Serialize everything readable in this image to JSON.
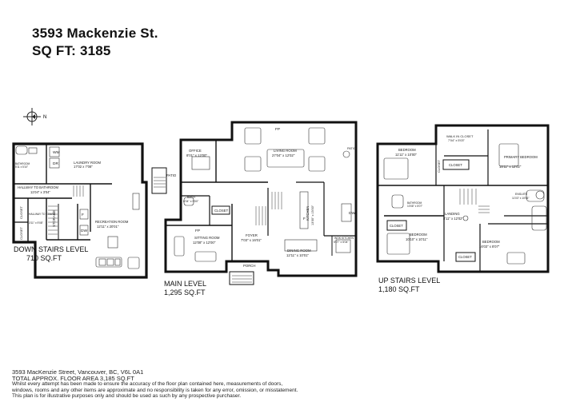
{
  "header": {
    "address": "3593 Mackenzie St.",
    "sqft": "SQ FT: 3185"
  },
  "compass": {
    "label": "N"
  },
  "levels": {
    "down": {
      "name": "DOWN STAIRS LEVEL",
      "area": "710 SQ.FT",
      "rooms": {
        "laundry": {
          "name": "LAUNDRY ROOM",
          "dim": "17'02 x 7'08\""
        },
        "bathroom": {
          "name": "BATHROOM",
          "dim": "5'11 x 5'10\""
        },
        "hallway": {
          "name": "HALLWAY TO BATHROOM",
          "dim": "11'04\" x 3'04\""
        },
        "hallway_stairs": {
          "name": "HALLWAY TO STAIRS",
          "dim": "3'11\" x 9'08\""
        },
        "storage": {
          "name": "STORAGE"
        },
        "recreation": {
          "name": "RECREATION ROOM",
          "dim": "12'11\" x 20'01\""
        },
        "closet1": {
          "name": "CLOSET"
        },
        "closet2": {
          "name": "CLOSET"
        },
        "wm": "WM",
        "dr": "DR",
        "f": "F",
        "dw": "DW"
      }
    },
    "main": {
      "name": "MAIN LEVEL",
      "area": "1,295 SQ.FT",
      "rooms": {
        "office": {
          "name": "OFFICE",
          "dim": "8'01\" x 12'00\""
        },
        "living": {
          "name": "LIVING ROOM",
          "dim": "27'04\" x 12'02\""
        },
        "patio_left": {
          "name": "PATIO"
        },
        "patio_right": {
          "name": "PATIO"
        },
        "bath": {
          "name": "BATH",
          "dim": "6'04\" x 5'00\""
        },
        "closet": {
          "name": "CLOSET"
        },
        "kitchen": {
          "name": "KITCHEN",
          "dim": "13'00\" x 15'00\""
        },
        "sitting": {
          "name": "SITTING ROOM",
          "dim": "12'08\" x 12'00\""
        },
        "foyer": {
          "name": "FOYER",
          "dim": "7'03\" x 16'01\""
        },
        "dining": {
          "name": "DINING ROOM",
          "dim": "12'11\" x 10'01\""
        },
        "wok": {
          "name": "WOK KITCHEN",
          "dim": "5'07\" x 5'04\""
        },
        "porch": {
          "name": "PORCH"
        },
        "fp_living": "FP",
        "fp_sitting": "FP",
        "f": "F",
        "dw": "DW"
      }
    },
    "up": {
      "name": "UP STAIRS LEVEL",
      "area": "1,180 SQ.FT",
      "rooms": {
        "bedroom1": {
          "name": "BEDROOM",
          "dim": "11'11\" x 10'00\""
        },
        "walkin": {
          "name": "WALK IN CLOSET",
          "dim": "7'04\" x 5'03\""
        },
        "primary": {
          "name": "PRIMARY BEDROOM",
          "dim": "15'11\" x 12'02\""
        },
        "closet_a": {
          "name": "CLOSET"
        },
        "closet_b": {
          "name": "CLOSET"
        },
        "closet_c": {
          "name": "CLOSET"
        },
        "closet_d": {
          "name": "CLOSET"
        },
        "bathroom": {
          "name": "BATHROOM",
          "dim": "10'08\" x 5'07\""
        },
        "ensuite": {
          "name": "ENSUITE",
          "dim": "11'03\" x 10'06\""
        },
        "landing": {
          "name": "LANDING",
          "dim": "8'11\" x 12'02\""
        },
        "bedroom2": {
          "name": "BEDROOM",
          "dim": "10'10\" x 10'11\""
        },
        "bedroom3": {
          "name": "BEDROOM",
          "dim": "16'03\" x 8'07\""
        }
      }
    }
  },
  "footer": {
    "line1": "3593 MacKenzie Street, Vancouver, BC, V6L 0A1",
    "line2": "TOTAL APPROX. FLOOR AREA  3,185 SQ.FT",
    "line3": "Whilst every attempt has been made to ensure the accuracy of the floor plan contained here, measurements of doors,",
    "line4": "windows, rooms and any other items are approximate and no responsibility is taken for any error, omission, or misstatement.",
    "line5": "This plan is for illustrative purposes only and should be used as such by any prospective purchaser."
  }
}
